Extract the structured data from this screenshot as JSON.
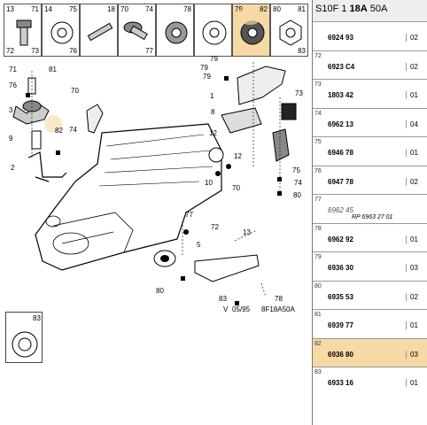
{
  "header": {
    "prefix": "S10F 1",
    "bold": "18A",
    "suffix": "50A"
  },
  "thumbnails": [
    {
      "top_left": "13",
      "top_right": "71",
      "bottom_left": "72",
      "bottom_right": "73",
      "icon": "bolt-icon"
    },
    {
      "top_left": "14",
      "top_right": "75",
      "bottom_left": "",
      "bottom_right": "76",
      "icon": "washer-icon"
    },
    {
      "top_left": "",
      "top_right": "18",
      "bottom_left": "",
      "bottom_right": "",
      "icon": "stud-icon"
    },
    {
      "top_left": "70",
      "top_right": "74",
      "bottom_left": "",
      "bottom_right": "77",
      "icon": "flange-bolt-icon"
    },
    {
      "top_left": "",
      "top_right": "78",
      "bottom_left": "",
      "bottom_right": "",
      "icon": "lock-washer-icon"
    },
    {
      "top_left": "",
      "top_right": "",
      "bottom_left": "",
      "bottom_right": "",
      "icon": "flat-washer-icon"
    },
    {
      "top_left": "79",
      "top_right": "82",
      "bottom_left": "",
      "bottom_right": "",
      "icon": "thick-washer-icon"
    },
    {
      "top_left": "80",
      "top_right": "81",
      "bottom_left": "",
      "bottom_right": "83",
      "icon": "nut-icon"
    }
  ],
  "parts": [
    {
      "index": "",
      "ref": "6924 93",
      "qty": "02",
      "alt": false,
      "sub": ""
    },
    {
      "index": "72",
      "ref": "6923 C4",
      "qty": "02",
      "alt": false,
      "sub": ""
    },
    {
      "index": "73",
      "ref": "1803 42",
      "qty": "01",
      "alt": false,
      "sub": ""
    },
    {
      "index": "74",
      "ref": "6962 13",
      "qty": "04",
      "alt": false,
      "sub": ""
    },
    {
      "index": "75",
      "ref": "6946 78",
      "qty": "01",
      "alt": false,
      "sub": ""
    },
    {
      "index": "76",
      "ref": "6947 78",
      "qty": "02",
      "alt": false,
      "sub": ""
    },
    {
      "index": "77",
      "ref": "6962 45",
      "qty": "",
      "alt": true,
      "sub": "RP 6963 27 01"
    },
    {
      "index": "78",
      "ref": "6962 92",
      "qty": "01",
      "alt": false,
      "sub": ""
    },
    {
      "index": "79",
      "ref": "6936 30",
      "qty": "03",
      "alt": false,
      "sub": ""
    },
    {
      "index": "80",
      "ref": "6935 53",
      "qty": "02",
      "alt": false,
      "sub": ""
    },
    {
      "index": "81",
      "ref": "6939 77",
      "qty": "01",
      "alt": false,
      "sub": ""
    },
    {
      "index": "82",
      "ref": "6936 80",
      "qty": "03",
      "alt": false,
      "sub": ""
    },
    {
      "index": "83",
      "ref": "6933 16",
      "qty": "01",
      "alt": false,
      "sub": ""
    }
  ],
  "callouts": {
    "c71": "71",
    "c81": "81",
    "c76": "76",
    "c3": "3",
    "c9": "9",
    "c82": "82",
    "c74a": "74",
    "c70a": "70",
    "c2": "2",
    "c79a": "79",
    "c79b": "79",
    "c79c": "79",
    "c1": "1",
    "c73": "73",
    "c8": "8",
    "c12a": "12",
    "c12b": "12",
    "c75": "75",
    "c74b": "74",
    "c10": "10",
    "c70b": "70",
    "c80a": "80",
    "c77": "77",
    "c72": "72",
    "c13": "13",
    "c5": "5",
    "c80b": "80",
    "c83": "83",
    "c78": "78",
    "cV": "V",
    "cdate": "05/95",
    "ccode": "8F18A50A",
    "c83i": "83"
  },
  "colors": {
    "highlight": "#f7d9a6",
    "line": "#000000"
  }
}
